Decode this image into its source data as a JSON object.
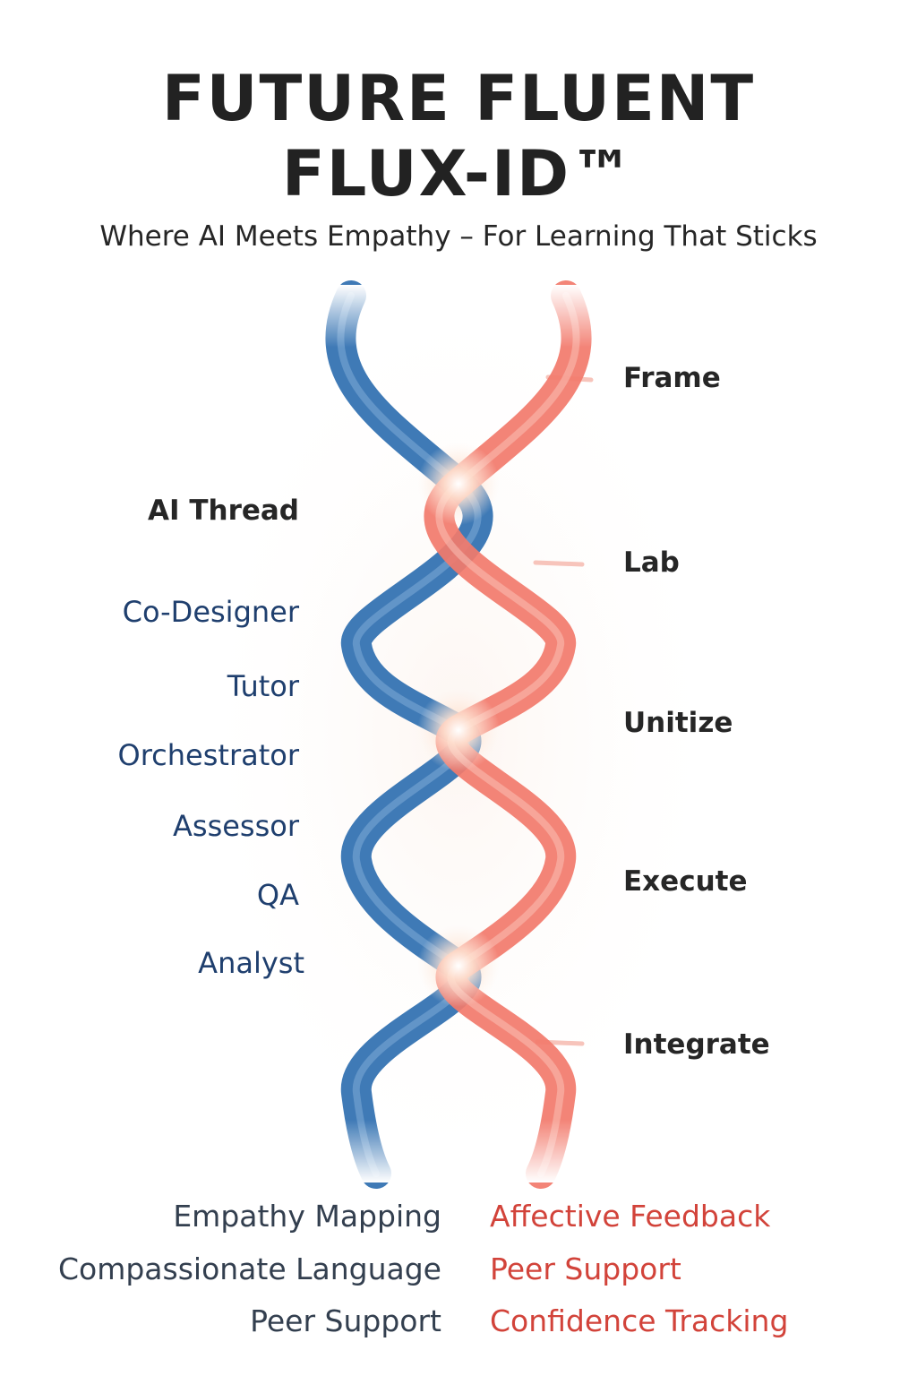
{
  "header": {
    "title_line1": "FUTURE FLUENT",
    "title_line2": "FLUX-ID™",
    "subtitle": "Where AI Meets Empathy – For Learning That Sticks"
  },
  "helix": {
    "left_strand_color": "#2f6fb0",
    "right_strand_color": "#f27a6b",
    "glow_color": "#fff4ec"
  },
  "steps": [
    "Frame",
    "Lab",
    "Unitize",
    "Execute",
    "Integrate"
  ],
  "ai_thread": {
    "label": "AI Thread",
    "roles": [
      "Co-Designer",
      "Tutor",
      "Orchestrator",
      "Assessor",
      "QA",
      "Analyst"
    ]
  },
  "empathy": {
    "left": [
      "Empathy Mapping",
      "Compassionate Language",
      "Peer Support"
    ],
    "right": [
      "Affective Feedback",
      "Peer Support",
      "Confidence Tracking"
    ]
  }
}
